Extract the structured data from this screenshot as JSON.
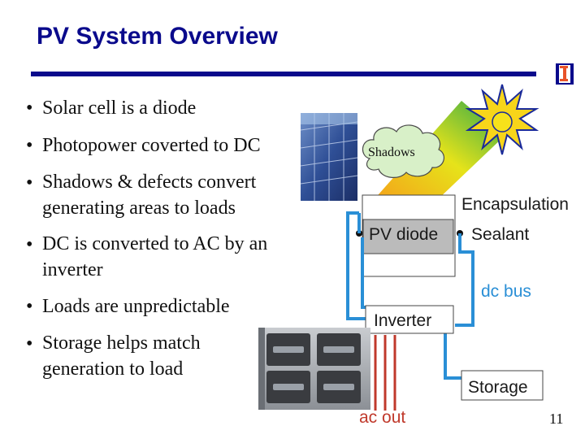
{
  "slide": {
    "title": "PV System Overview",
    "page_number": "11"
  },
  "bullets": [
    {
      "line1": "Solar cell is a diode",
      "line2": ""
    },
    {
      "line1": "Photopower coverted to DC",
      "line2": ""
    },
    {
      "line1": "Shadows & defects convert",
      "line2": "generating areas to loads"
    },
    {
      "line1": "DC is converted to AC by an",
      "line2": "inverter"
    },
    {
      "line1": "Loads are unpredictable",
      "line2": ""
    },
    {
      "line1": "Storage helps match",
      "line2": "generation to load"
    }
  ],
  "diagram": {
    "cloud_label": "Shadows",
    "encapsulation_label": "Encapsulation",
    "pv_diode_label": "PV diode",
    "sealant_label": "Sealant",
    "dc_bus_label": "dc bus",
    "inverter_label": "Inverter",
    "storage_label": "Storage",
    "ac_out_label": "ac out"
  },
  "colors": {
    "title": "#0a0a8c",
    "bus": "#2a8fd6",
    "ac_lines": "#c0392b"
  }
}
